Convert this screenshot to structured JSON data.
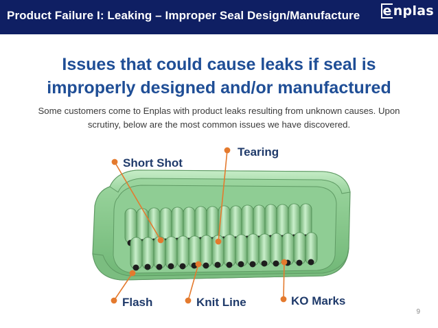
{
  "header": {
    "title": "Product Failure I: Leaking – Improper Seal Design/Manufacture",
    "logo_initial": "e",
    "logo_rest": "nplas"
  },
  "headline": {
    "line1": "Issues that could cause leaks if seal is",
    "line2": "improperly designed and/or manufactured"
  },
  "subtitle": {
    "line1": "Some customers come to Enplas with product leaks resulting from unknown causes. Upon",
    "line2": "scrutiny, below are the most common issues we have discovered."
  },
  "callouts": {
    "short_shot": "Short Shot",
    "tearing": "Tearing",
    "flash": "Flash",
    "knit_line": "Knit Line",
    "ko_marks": "KO Marks"
  },
  "colors": {
    "header_bg": "#0f1f63",
    "headline": "#1f4e96",
    "callout_text": "#1f3a6a",
    "leader": "#e47a2e",
    "seal_green": "#a9ddac"
  },
  "page_number": "9"
}
